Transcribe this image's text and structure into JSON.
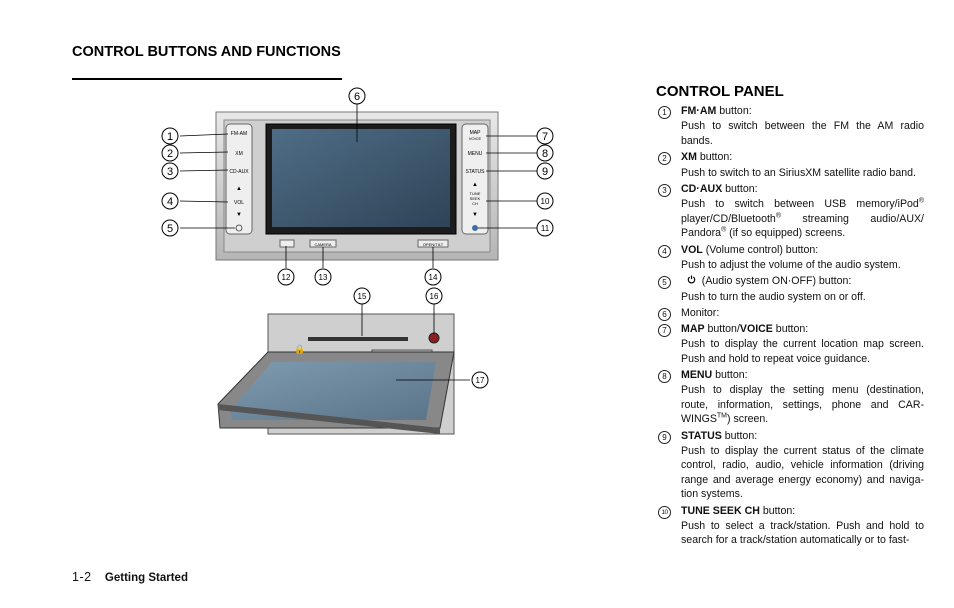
{
  "section_title": "CONTROL BUTTONS AND FUNCTIONS",
  "footer": {
    "page": "1-2",
    "chapter": "Getting Started"
  },
  "figure": {
    "buttons_left": [
      "FM-AM",
      "XM",
      "CD-AUX",
      "VOL"
    ],
    "buttons_right": [
      "MAP\nVOICE",
      "MENU",
      "STATUS",
      "TUNE\nSEEK\nCH"
    ],
    "bottom_labels": [
      "CAMERA",
      "OPEN/TILT"
    ],
    "callouts": [
      "1",
      "2",
      "3",
      "4",
      "5",
      "6",
      "7",
      "8",
      "9",
      "10",
      "11",
      "12",
      "13",
      "14",
      "15",
      "16",
      "17"
    ]
  },
  "panel_title": "CONTROL PANEL",
  "entries": [
    {
      "num": "1",
      "name": "FM·AM",
      "rest": " button:",
      "desc": "Push to switch between the FM the AM radio bands."
    },
    {
      "num": "2",
      "name": "XM",
      "rest": " button:",
      "desc": "Push to switch to an SiriusXM satellite radio band."
    },
    {
      "num": "3",
      "name": "CD·AUX",
      "rest": " button:",
      "desc_html": "Push to switch between USB memory/iPod<sup>®</sup> player/CD/Bluetooth<sup>®</sup> streaming audio/AUX/ Pandora<sup>®</sup> (if so equipped) screens."
    },
    {
      "num": "4",
      "name": "VOL",
      "rest": " (Volume control) button:",
      "desc": "Push to adjust the volume of the audio system."
    },
    {
      "num": "5",
      "name": "",
      "rest": " (Audio system ON·OFF) button:",
      "power_icon": true,
      "desc": "Push to turn the audio system on or off."
    },
    {
      "num": "6",
      "name": "",
      "rest": "Monitor:",
      "desc": ""
    },
    {
      "num": "7",
      "name": "MAP",
      "rest": " button/",
      "name2": "VOICE",
      "rest2": " button:",
      "desc": "Push to display the current location map screen. Push and hold to repeat voice guidance."
    },
    {
      "num": "8",
      "name": "MENU",
      "rest": " button:",
      "desc_html": "Push to display the setting menu (destination, route, information, settings, phone and CAR-WINGS<sup>TM</sup>) screen."
    },
    {
      "num": "9",
      "name": "STATUS",
      "rest": " button:",
      "desc": "Push to display the current status of the climate control, radio, audio, vehicle information (driving range and average energy economy) and naviga-tion systems."
    },
    {
      "num": "10",
      "name": "TUNE SEEK CH",
      "rest": " button:",
      "desc": "Push to select a track/station. Push and hold to search for a track/station automatically or to fast-"
    }
  ]
}
